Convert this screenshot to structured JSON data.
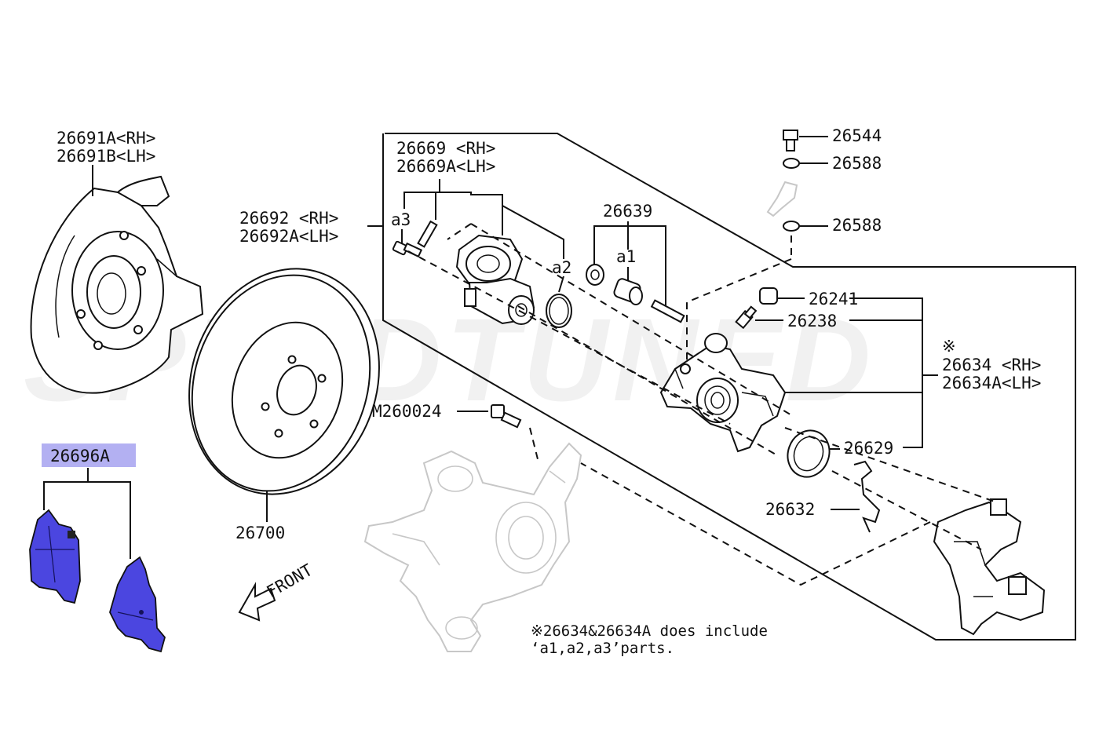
{
  "labels": {
    "p26691a": "26691A<RH>",
    "p26691b": "26691B<LH>",
    "p26669": "26669  <RH>",
    "p26669a": "26669A<LH>",
    "p26692": "26692  <RH>",
    "p26692a": "26692A<LH>",
    "a3": "a3",
    "a2": "a2",
    "a1": "a1",
    "p26639": "26639",
    "p26544": "26544",
    "p26588_top": "26588",
    "p26588_bottom": "26588",
    "p26241": "26241",
    "p26238": "26238",
    "asterisk": "※",
    "p26634": "26634  <RH>",
    "p26634a": "26634A<LH>",
    "m260024": "M260024",
    "p26629": "26629",
    "p26632": "26632",
    "p26696a": "26696A",
    "p26700": "26700",
    "front": "FRONT"
  },
  "footnote": {
    "line1": "※26634&26634A does include",
    "line2": "‘a1,a2,a3’parts."
  },
  "colors": {
    "highlight": "#4b46e0",
    "highlight_label_bg": "#b3b0f2",
    "ghost_parts": "#c7c7c7"
  },
  "icons": {
    "front": "arrow-left-icon"
  }
}
